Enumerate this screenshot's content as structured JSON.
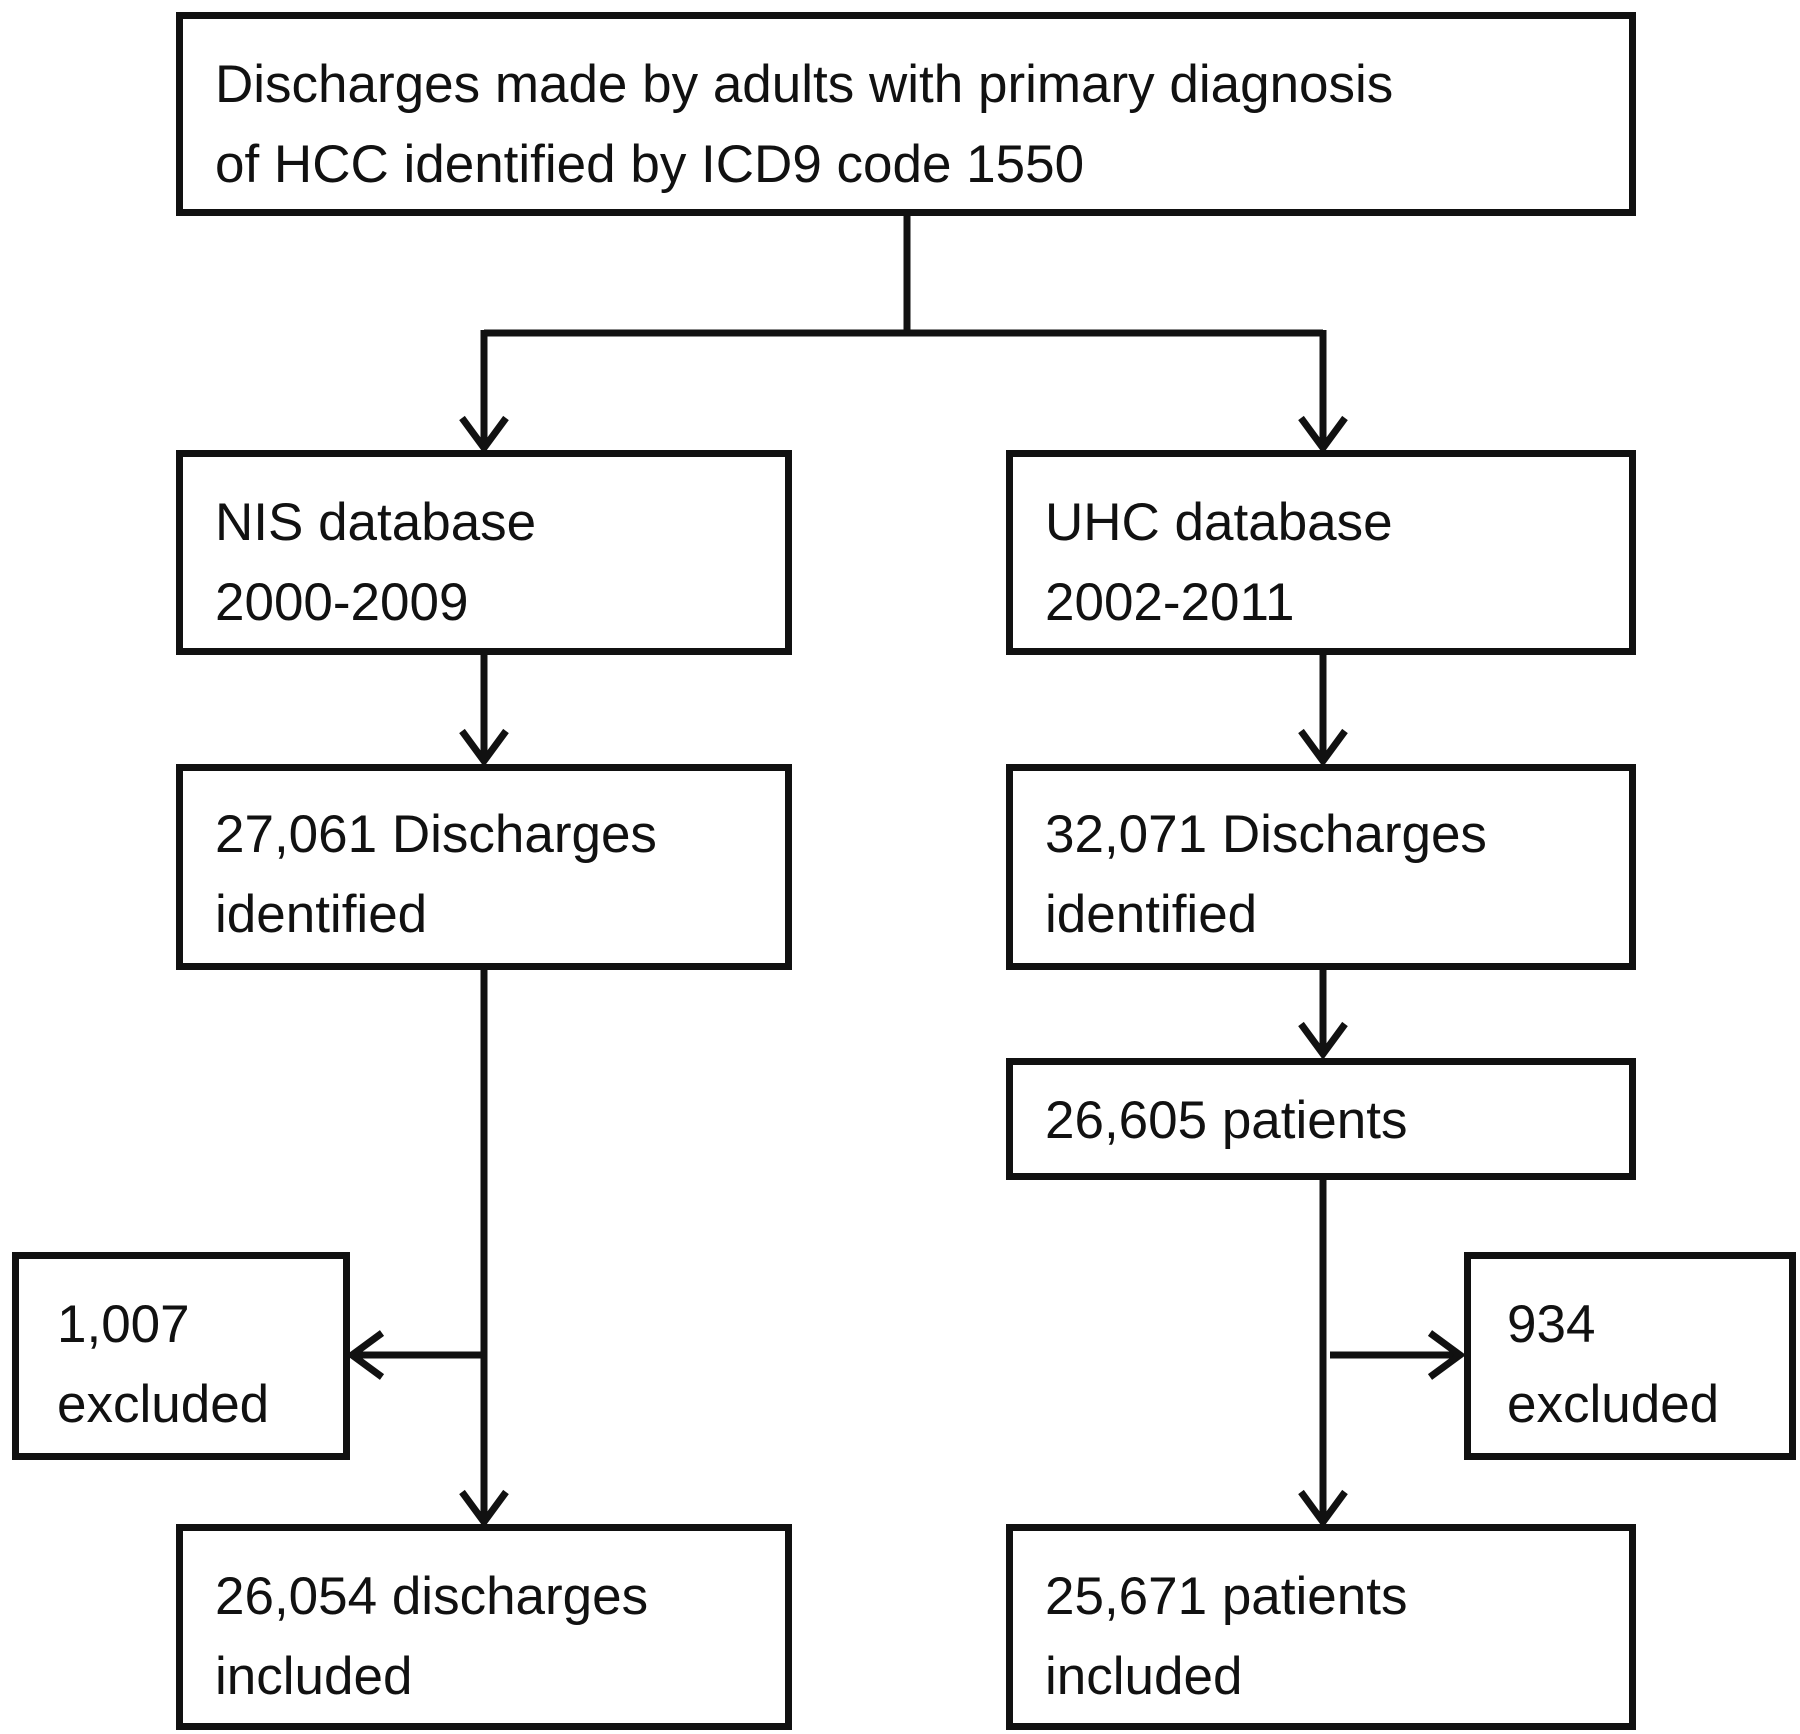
{
  "diagram": {
    "top": {
      "line1": "Discharges made by adults with primary diagnosis",
      "line2": "of HCC identified by ICD9 code 1550"
    },
    "nis": {
      "database": {
        "line1": "NIS database",
        "line2": "2000-2009"
      },
      "identified": {
        "line1": "27,061 Discharges",
        "line2": "identified"
      },
      "excluded": {
        "line1": "1,007",
        "line2": "excluded"
      },
      "included": {
        "line1": "26,054 discharges",
        "line2": "included"
      }
    },
    "uhc": {
      "database": {
        "line1": "UHC database",
        "line2": "2002-2011"
      },
      "identified": {
        "line1": "32,071 Discharges",
        "line2": "identified"
      },
      "patients": {
        "line1": "26,605 patients"
      },
      "excluded": {
        "line1": "934",
        "line2": "excluded"
      },
      "included": {
        "line1": "25,671 patients",
        "line2": "included"
      }
    }
  },
  "colors": {
    "stroke": "#111111",
    "background": "#ffffff"
  }
}
